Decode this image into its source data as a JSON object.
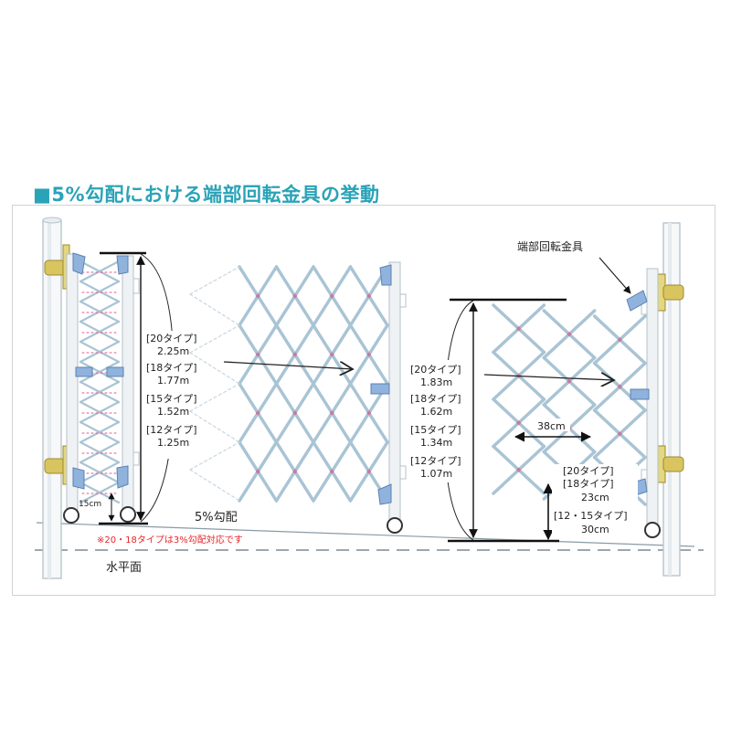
{
  "title": "■5%勾配における端部回転金具の挙動",
  "left_heights": [
    {
      "type": "[20タイプ]",
      "value": "2.25m"
    },
    {
      "type": "[18タイプ]",
      "value": "1.77m"
    },
    {
      "type": "[15タイプ]",
      "value": "1.52m"
    },
    {
      "type": "[12タイプ]",
      "value": "1.25m"
    }
  ],
  "right_heights": [
    {
      "type": "[20タイプ]",
      "value": "1.83m"
    },
    {
      "type": "[18タイプ]",
      "value": "1.62m"
    },
    {
      "type": "[15タイプ]",
      "value": "1.34m"
    },
    {
      "type": "[12タイプ]",
      "value": "1.07m"
    }
  ],
  "gap_left": "15cm",
  "slope_label": "5%勾配",
  "note": "※20・18タイプは3%勾配対応です",
  "horizontal_label": "水平面",
  "hinge_label": "端部回転金具",
  "width_label": "38cm",
  "gap_right": {
    "line1": "[20タイプ]",
    "line2": "[18タイプ]",
    "line3": "23cm",
    "line4": "[12・15タイプ]",
    "line5": "30cm"
  },
  "colors": {
    "title": "#2aa3b7",
    "note": "#e8262a",
    "lattice": "#a9c4d4",
    "hinge": "#8fb3dd",
    "brass": "#d8c560"
  }
}
